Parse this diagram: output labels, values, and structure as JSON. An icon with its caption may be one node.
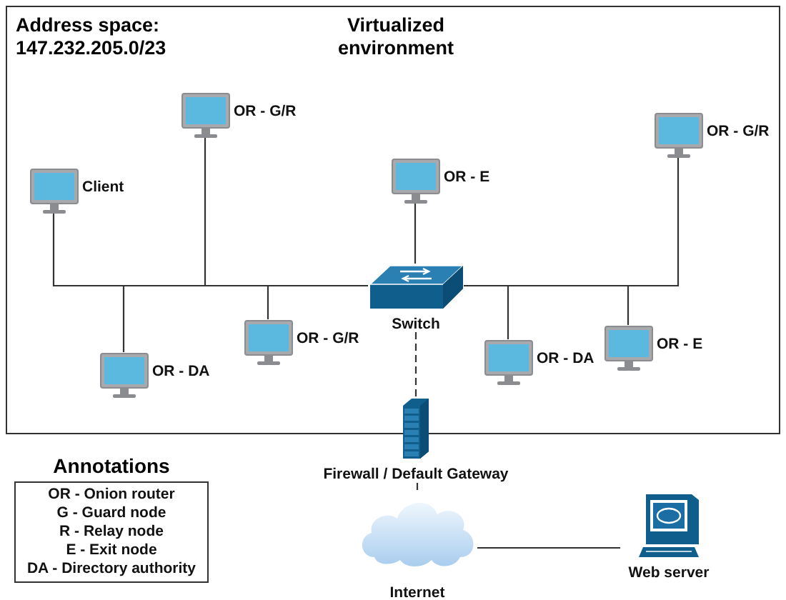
{
  "diagram": {
    "nodes": [
      {
        "text": [
          "Address space: 147.232.205.0/23",
          "Virtualized environment"
        ]
      },
      {
        "text": [
          "Client"
        ],
        "in": 0
      },
      {
        "text": [
          "OR - G/R"
        ],
        "in": 0
      },
      {
        "text": [
          "OR - E"
        ],
        "in": 0
      },
      {
        "text": [
          "OR - G/R"
        ],
        "in": 0
      },
      {
        "text": [
          "OR - DA"
        ],
        "in": 0
      },
      {
        "text": [
          "OR - G/R"
        ],
        "in": 0
      },
      {
        "text": [
          "Switch"
        ],
        "in": 0
      },
      {
        "text": [
          "OR - DA"
        ],
        "in": 0
      },
      {
        "text": [
          "OR - E"
        ],
        "in": 0
      },
      {
        "text": [
          "Firewall / Default Gateway"
        ]
      },
      {
        "text": [
          "Internet"
        ]
      },
      {
        "text": [
          "Web server"
        ]
      },
      {
        "text": [
          "Annotations",
          "OR - Onion router",
          "G - Guard node",
          "R - Relay node",
          "E - Exit node",
          "DA - Directory authority"
        ]
      }
    ],
    "edges": [
      {
        "from": 1,
        "to": 7,
        "arrow": "none"
      },
      {
        "from": 2,
        "to": 7,
        "arrow": "none"
      },
      {
        "from": 3,
        "to": 7,
        "arrow": "none"
      },
      {
        "from": 4,
        "to": 7,
        "arrow": "none"
      },
      {
        "from": 5,
        "to": 7,
        "arrow": "none"
      },
      {
        "from": 6,
        "to": 7,
        "arrow": "none"
      },
      {
        "from": 8,
        "to": 7,
        "arrow": "none"
      },
      {
        "from": 9,
        "to": 7,
        "arrow": "none"
      },
      {
        "from": 7,
        "to": 10,
        "arrow": "none",
        "style": "dashed"
      },
      {
        "from": 10,
        "to": 11,
        "arrow": "none",
        "style": "dashed"
      },
      {
        "from": 11,
        "to": 12,
        "arrow": "none"
      }
    ]
  }
}
